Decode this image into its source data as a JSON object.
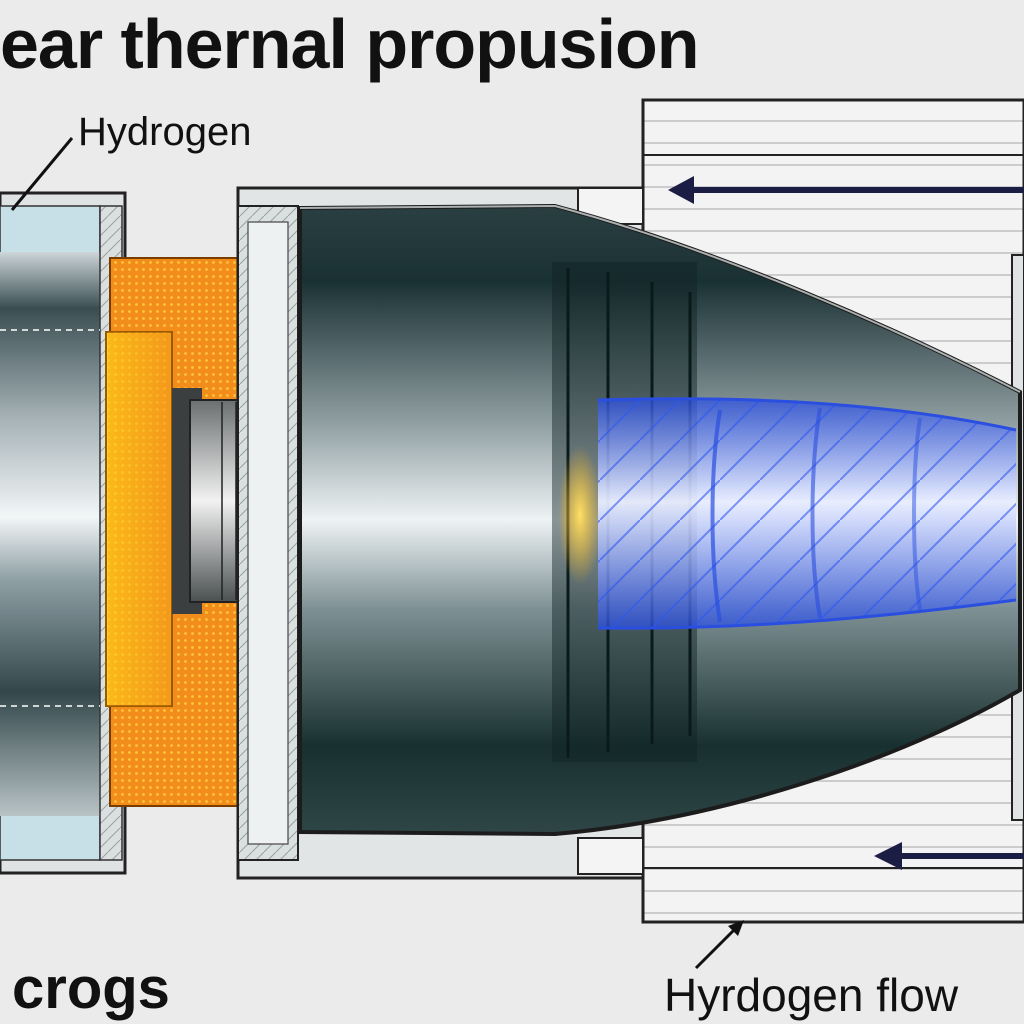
{
  "title": "ear thernal propusion",
  "labels": {
    "hydrogen_top": "Hydrogen",
    "crogs": "crogs",
    "hydrogen_flow": "Hyrdogen flow"
  },
  "colors": {
    "background": "#ebebeb",
    "fuel_element": "#f5a623",
    "nozzle_body": "#1f3a3c",
    "exhaust_plume": "#2a4fe0",
    "flow_arrow": "#1c1d45"
  }
}
